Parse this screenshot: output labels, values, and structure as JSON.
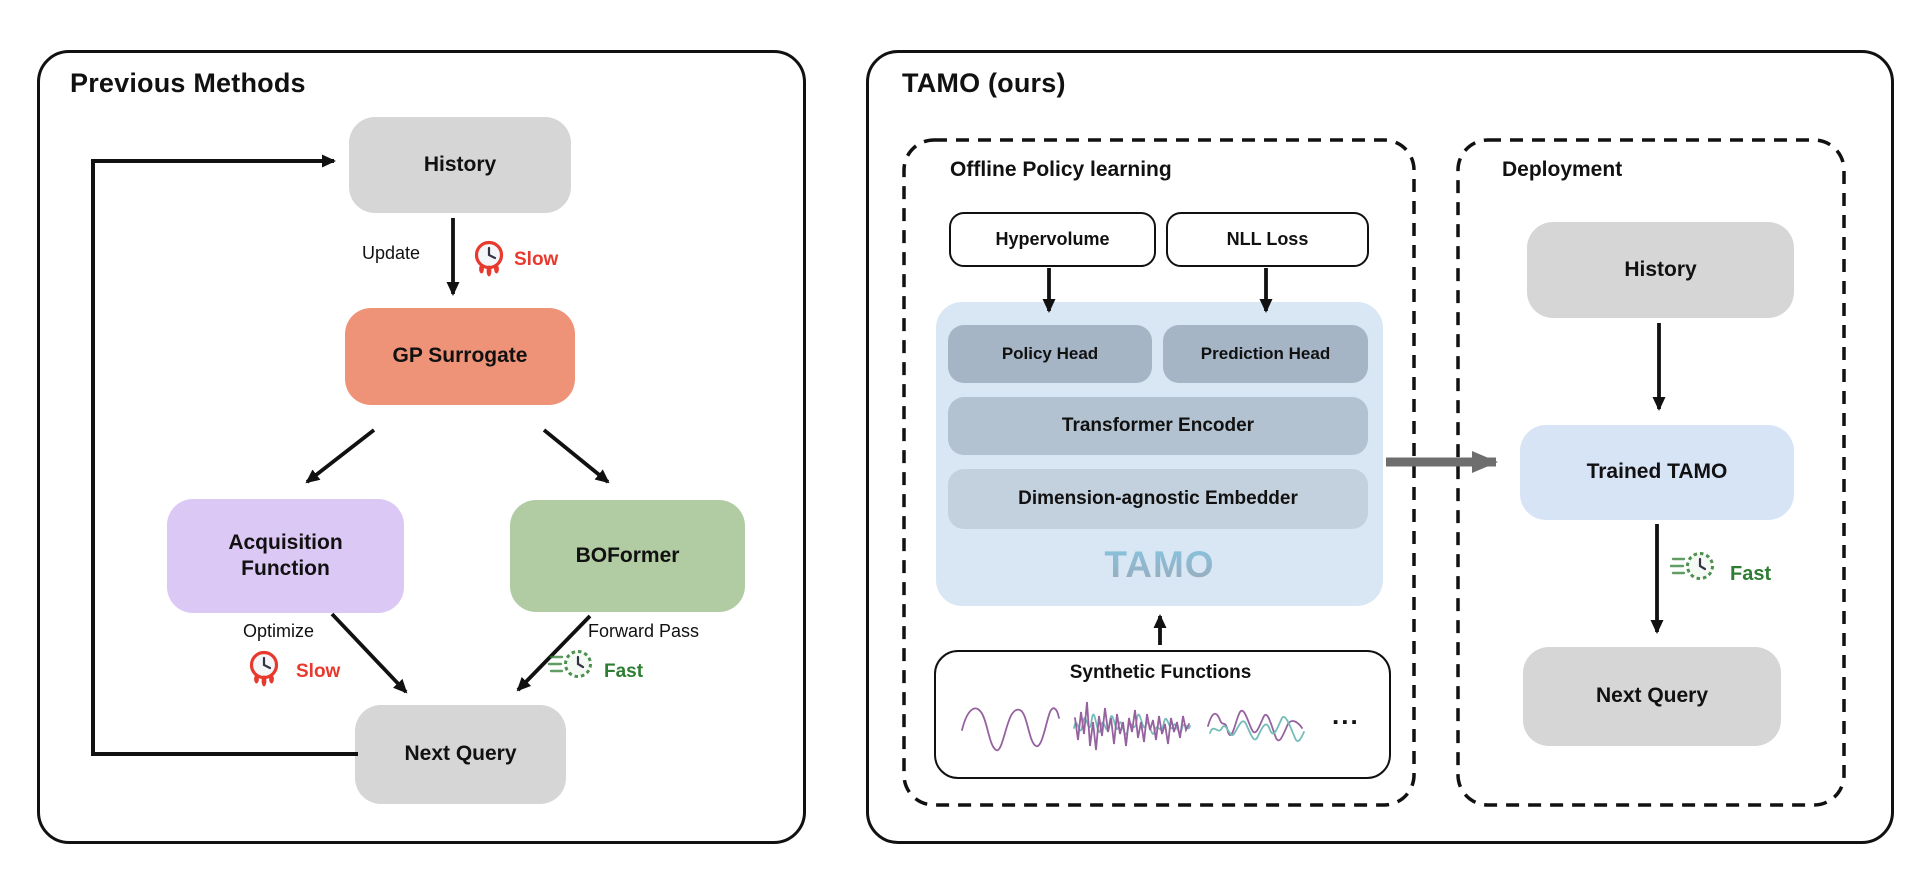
{
  "previous": {
    "title": "Previous Methods",
    "history": "History",
    "gp_surrogate": "GP Surrogate",
    "acquisition_function": "Acquisition Function",
    "boformer": "BOFormer",
    "next_query": "Next Query",
    "update_label": "Update",
    "update_speed": "Slow",
    "optimize_label": "Optimize",
    "optimize_speed": "Slow",
    "forward_label": "Forward Pass",
    "forward_speed": "Fast"
  },
  "tamo": {
    "title": "TAMO (ours)",
    "offline": {
      "label": "Offline Policy learning",
      "hypervolume": "Hypervolume",
      "nll_loss": "NLL Loss",
      "policy_head": "Policy Head",
      "prediction_head": "Prediction Head",
      "transformer_encoder": "Transformer Encoder",
      "embedder": "Dimension-agnostic Embedder",
      "tamo_label": "TAMO",
      "synthetic_functions": "Synthetic Functions",
      "ellipsis": "..."
    },
    "deployment": {
      "label": "Deployment",
      "history": "History",
      "trained_tamo": "Trained TAMO",
      "fast": "Fast",
      "next_query": "Next Query"
    }
  },
  "icons": {
    "slow_icon": "melting-clock",
    "fast_icon": "speeding-clock"
  },
  "colors": {
    "gray_box": "#D6D6D6",
    "gp_salmon": "#EE9377",
    "acquisition_purple": "#DCC8F5",
    "boformer_green": "#B1CBA2",
    "tamo_container_blue": "#D9E7F4",
    "head_blue": "#A6B5C5",
    "encoder_blue": "#B3C2D1",
    "embedder_blue": "#C3D0DD",
    "trained_blue": "#D7E4F6",
    "slow_red": "#E8392E",
    "fast_green": "#2E7D32",
    "arrow_gray": "#6E6E6E",
    "tamo_text_top": "#86C5E0",
    "tamo_text_bottom": "#9BA9B9",
    "squiggle_purple": "#96619F",
    "squiggle_teal": "#74BCB8"
  }
}
